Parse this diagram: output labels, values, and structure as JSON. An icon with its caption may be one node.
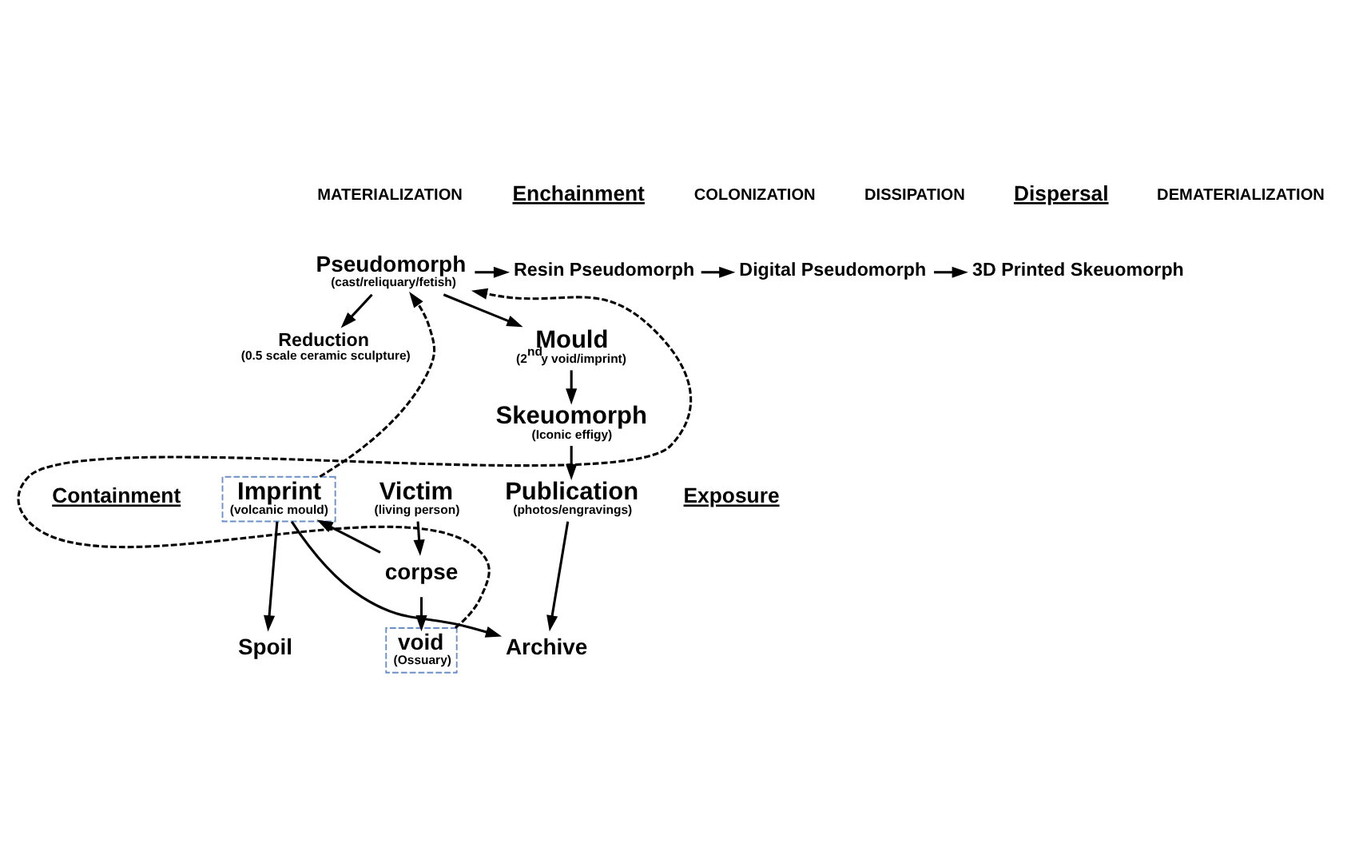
{
  "diagram": {
    "nodes": [
      {
        "text": [
          "Pseudomorph",
          "(cast/reliquary/fetish)"
        ]
      },
      {
        "text": [
          "Resin Pseudomorph"
        ]
      },
      {
        "text": [
          "Digital Pseudomorph"
        ]
      },
      {
        "text": [
          "3D Printed Skeuomorph"
        ]
      },
      {
        "text": [
          "Reduction",
          "(0.5 scale ceramic sculpture)"
        ]
      },
      {
        "text": [
          "Mould",
          "(2$^{nd}$y void/imprint)"
        ]
      },
      {
        "text": [
          "Skeuomorph",
          "(Iconic effigy)"
        ]
      },
      {
        "text": [
          "Imprint",
          "(volcanic mould)"
        ]
      },
      {
        "text": [
          "Victim",
          "(living person)"
        ]
      },
      {
        "text": [
          "Publication",
          "(photos/engravings)"
        ]
      },
      {
        "text": [
          "corpse"
        ]
      },
      {
        "text": [
          "Spoil"
        ]
      },
      {
        "text": [
          "Archive"
        ]
      },
      {
        "text": [
          "void",
          "(Ossuary)"
        ]
      }
    ],
    "edges": [
      {
        "from": 0,
        "to": 1,
        "arrow": "to"
      },
      {
        "from": 1,
        "to": 2,
        "arrow": "to"
      },
      {
        "from": 2,
        "to": 3,
        "arrow": "to"
      },
      {
        "from": 0,
        "to": 4,
        "arrow": "to"
      },
      {
        "from": 0,
        "to": 5,
        "arrow": "to"
      },
      {
        "from": 5,
        "to": 6,
        "arrow": "to"
      },
      {
        "from": 6,
        "to": 9,
        "arrow": "to"
      },
      {
        "from": 7,
        "to": 0,
        "arrow": "to",
        "style": "dashed"
      },
      {
        "from": 13,
        "to": 0,
        "arrow": "to",
        "style": "dashed"
      },
      {
        "from": 10,
        "to": 7,
        "arrow": "to"
      },
      {
        "from": 10,
        "to": 13,
        "arrow": "to"
      },
      {
        "from": 8,
        "to": 10,
        "arrow": "to"
      },
      {
        "from": 7,
        "to": 11,
        "arrow": "to"
      },
      {
        "from": 7,
        "to": 12,
        "arrow": "to"
      },
      {
        "from": 9,
        "to": 12,
        "arrow": "to"
      }
    ],
    "labels": [
      "MATERIALIZATION",
      "Enchainment",
      "COLONIZATION",
      "Containment",
      "Exposure",
      "DISSIPATION",
      "Dispersal",
      "DEMATERIALIZATION"
    ]
  }
}
